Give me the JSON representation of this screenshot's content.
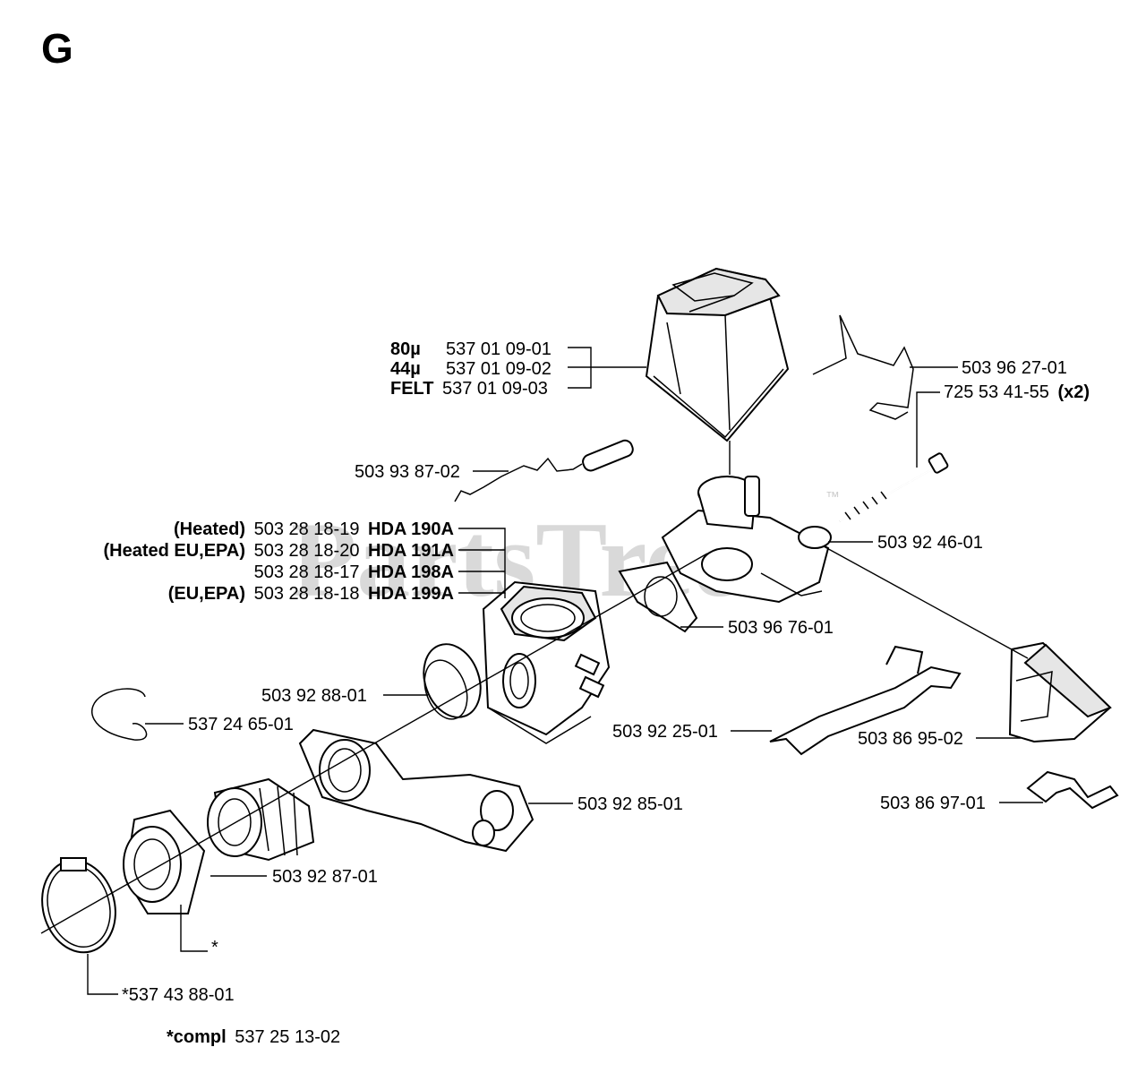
{
  "page_letter": "G",
  "watermark": "PartsTree",
  "watermark_tm": "™",
  "callouts": {
    "air_filter": [
      {
        "prefix": "80µ",
        "part": "537 01 09-01"
      },
      {
        "prefix": "44µ",
        "part": "537 01 09-02"
      },
      {
        "prefix": "FELT",
        "part": "537 01 09-03"
      }
    ],
    "clip_top": "503 96 27-01",
    "bolt": "725 53 41-55",
    "bolt_qty": "(x2)",
    "wire_rod": "503 93 87-02",
    "carburetor": [
      {
        "prefix": "(Heated)",
        "part": "503 28 18-19",
        "model": "HDA 190A"
      },
      {
        "prefix": "(Heated EU,EPA)",
        "part": "503 28 18-20",
        "model": "HDA 191A"
      },
      {
        "prefix": "",
        "part": "503 28 18-17",
        "model": "HDA 198A"
      },
      {
        "prefix": "(EU,EPA)",
        "part": "503 28 18-18",
        "model": "HDA 199A"
      }
    ],
    "sleeve": "503 92 46-01",
    "gasket": "503 96 76-01",
    "ring_seal": "503 92 88-01",
    "circlip": "537 24 65-01",
    "lever": "503 92 25-01",
    "cover": "503 86 95-02",
    "spring_clip": "503 86 97-01",
    "manifold": "503 92 85-01",
    "intake_boot": "503 92 87-01",
    "star_note": "*",
    "hose_clamp": "*537 43 88-01",
    "compl_prefix": "*compl",
    "compl_part": "537 25 13-02"
  }
}
